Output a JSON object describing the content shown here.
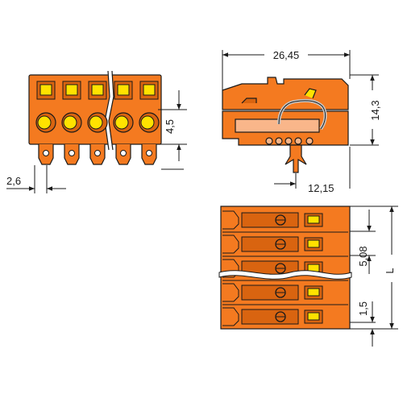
{
  "colors": {
    "housing": "#f47a20",
    "housing_dark": "#d96410",
    "housing_light": "#f9b68a",
    "latch": "#ffe200",
    "outline": "#1a1a1a",
    "background": "#ffffff"
  },
  "front_view": {
    "pole_count": 5,
    "dimensions": {
      "height_upper": "4,5",
      "offset_left": "2,6"
    }
  },
  "side_view": {
    "dimensions": {
      "overall_length": "26,45",
      "height": "14,3",
      "pin_offset": "12,15"
    }
  },
  "top_view": {
    "row_count": 5,
    "dimensions": {
      "pitch": "5,08",
      "total_length": "L",
      "edge_offset": "1,5"
    }
  }
}
